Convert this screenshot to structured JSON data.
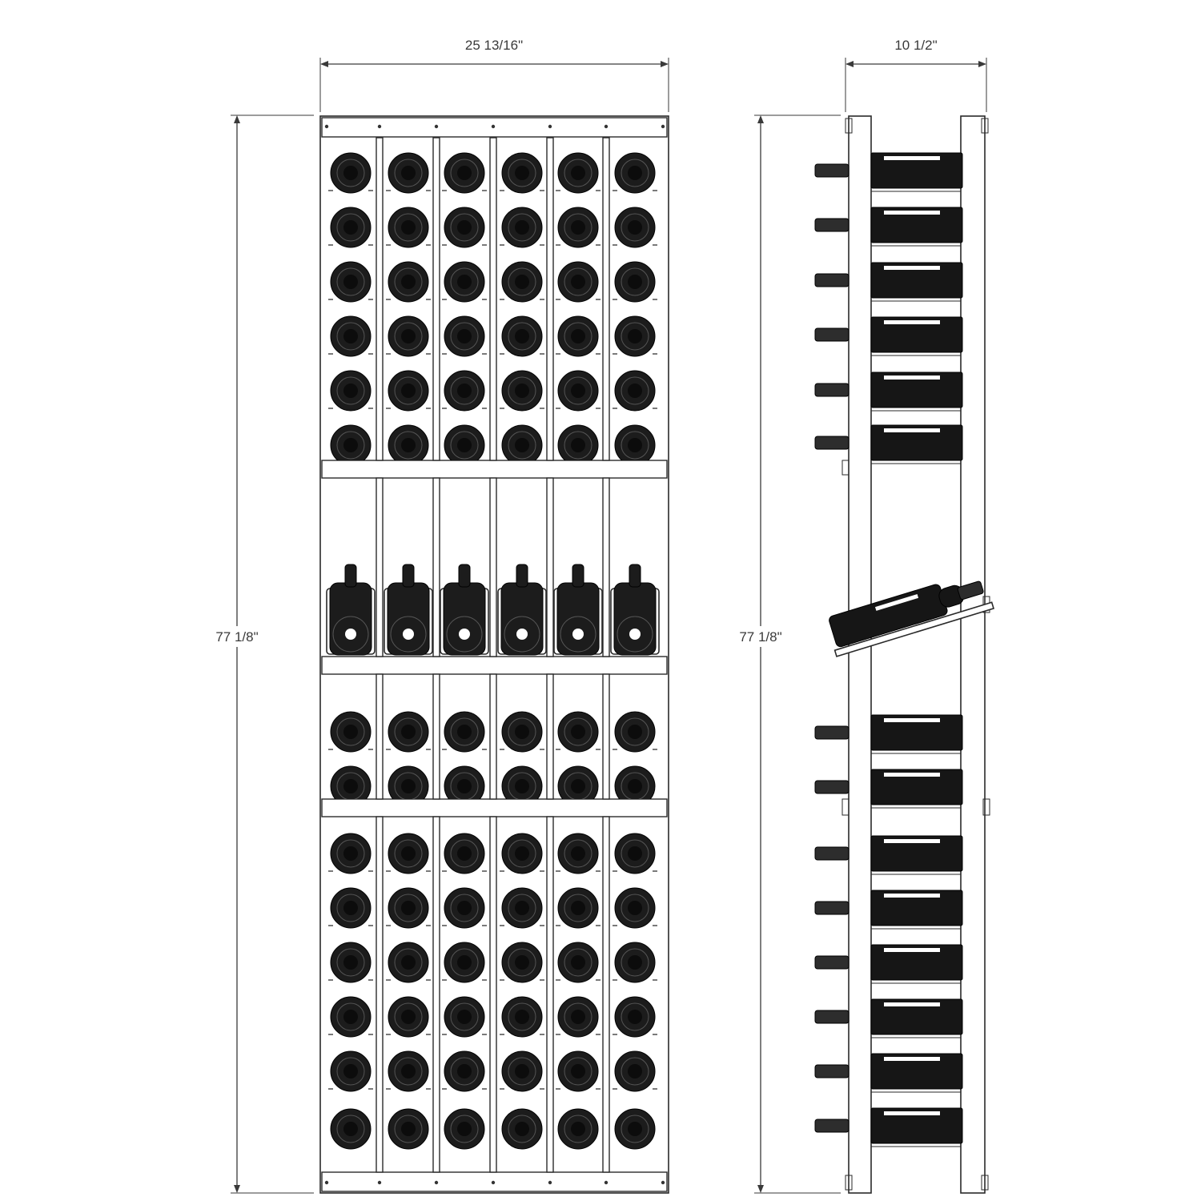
{
  "dimensions": {
    "front_width": "25 13/16\"",
    "side_depth": "10 1/2\"",
    "front_height": "77 1/8\"",
    "side_height": "77 1/8\""
  },
  "rack": {
    "columns": 6,
    "upper_rows": 6,
    "display_row_bottles": 6,
    "middle_rows": 2,
    "lower_rows": 6
  },
  "colors": {
    "line": "#2a2a2a",
    "bottle": "#1c1c1c",
    "background": "#ffffff"
  }
}
